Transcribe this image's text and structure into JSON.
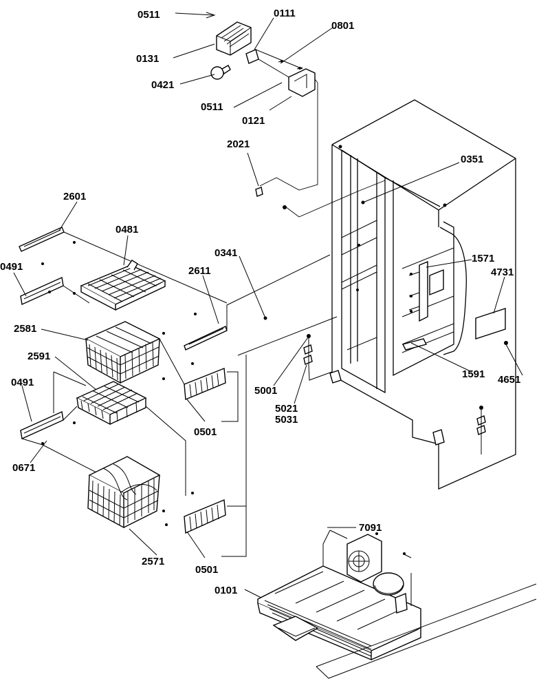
{
  "labels": {
    "l0511a": "0511",
    "l0111": "0111",
    "l0801": "0801",
    "l0131": "0131",
    "l0421": "0421",
    "l0511b": "0511",
    "l0121": "0121",
    "l2021": "2021",
    "l0351": "0351",
    "l2601": "2601",
    "l0481": "0481",
    "l0491a": "0491",
    "l0341": "0341",
    "l2611": "2611",
    "l1571": "1571",
    "l4731": "4731",
    "l2581": "2581",
    "l2591": "2591",
    "l0491b": "0491",
    "l5001": "5001",
    "l5021": "5021",
    "l5031": "5031",
    "l1591": "1591",
    "l4651": "4651",
    "l0501a": "0501",
    "l0671": "0671",
    "l7091": "7091",
    "l2571": "2571",
    "l0501b": "0501",
    "l0101": "0101"
  }
}
